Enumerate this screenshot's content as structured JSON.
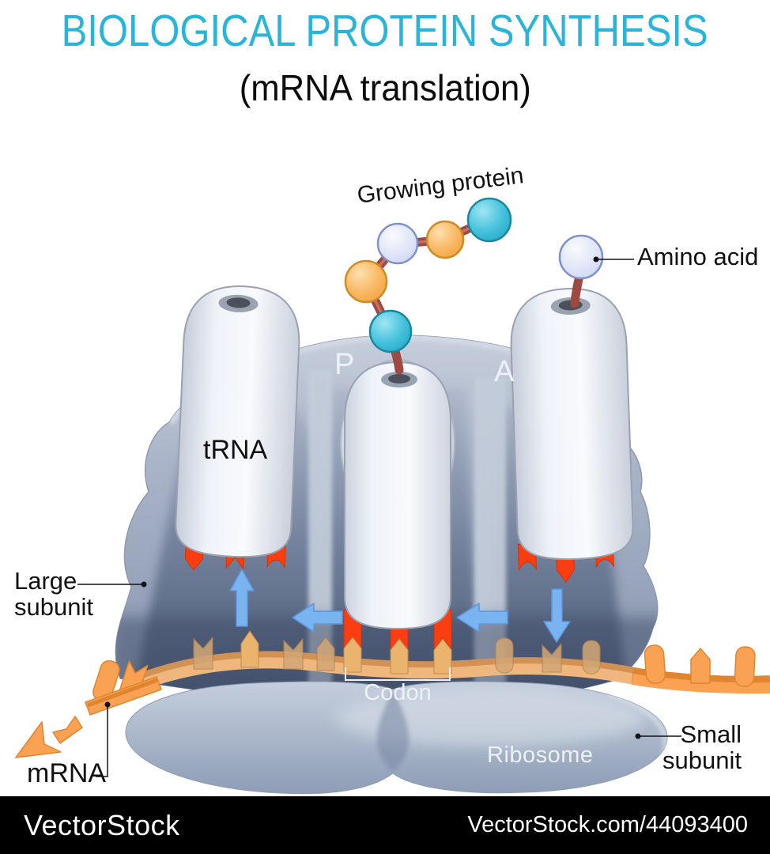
{
  "header": {
    "title": "BIOLOGICAL PROTEIN SYNTHESIS",
    "subtitle": "(mRNA translation)"
  },
  "diagram": {
    "labels": {
      "growing_protein": "Growing protein",
      "amino_acid": "Amino acid",
      "p_site": "P",
      "a_site": "A",
      "trna": "tRNA",
      "large_subunit": "Large subunit",
      "codon": "Codon",
      "mrna": "mRNA",
      "ribosome": "Ribosome",
      "small_subunit": "Small subunit"
    },
    "colors": {
      "title": "#2ab4d8",
      "arrow": "#79b3f0",
      "anticodon": "#fa3e11",
      "mrna_strand": "#f9a254",
      "codon_teeth": "#eab46f",
      "ball_cyan": "#45c2dc",
      "ball_orange": "#f9b863",
      "amino_acid_ball": "#dee4f8",
      "protein_link": "#9e4a42",
      "ribosome_body": "#a9b4c8",
      "trna_body": "#f2f5fa",
      "label_dark": "#111111",
      "label_light": "#eef1f5",
      "watermark_bg": "#000000",
      "watermark_text": "#ffffff"
    }
  },
  "watermark": {
    "brand": "VectorStock",
    "url": "VectorStock.com/44093400"
  }
}
